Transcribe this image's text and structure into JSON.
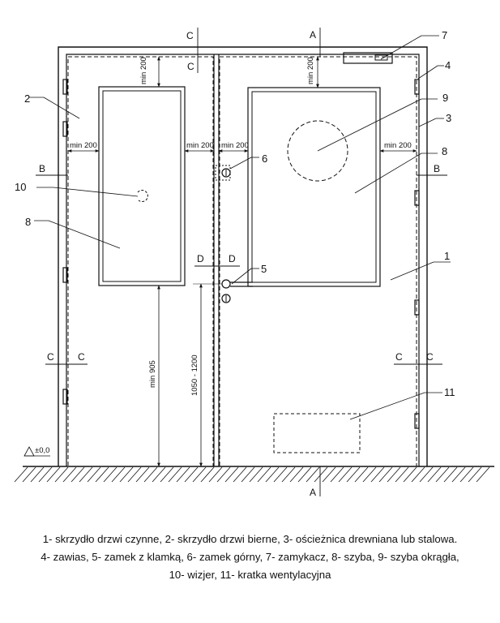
{
  "labels": {
    "n1": "1",
    "n2": "2",
    "n3": "3",
    "n4": "4",
    "n5": "5",
    "n6": "6",
    "n7": "7",
    "n8a": "8",
    "n8b": "8",
    "n9": "9",
    "n10": "10",
    "n11": "11"
  },
  "sections": {
    "A": "A",
    "B": "B",
    "C": "C",
    "D": "D"
  },
  "dimensions": {
    "min200": "min 200",
    "min905": "min 905",
    "range_1050_1200": "1050 - 1200",
    "level": "±0,0"
  },
  "legend": {
    "line1": "1- skrzydło drzwi czynne, 2- skrzydło drzwi bierne, 3- ościeżnica drewniana lub stalowa.",
    "line2": "4- zawias, 5- zamek z klamką, 6- zamek górny, 7- zamykacz, 8- szyba, 9- szyba okrągła,",
    "line3": "10- wizjer, 11- kratka wentylacyjna"
  }
}
